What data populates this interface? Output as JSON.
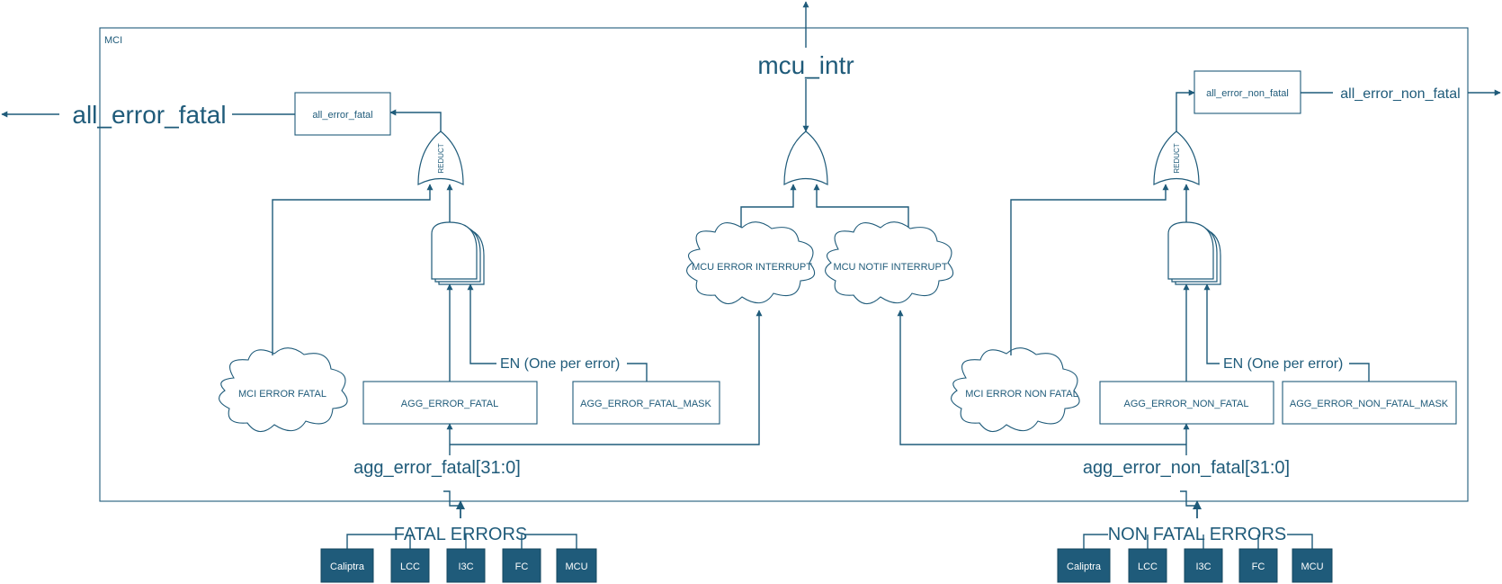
{
  "container": {
    "label": "MCI"
  },
  "signals": {
    "mcu_intr": "mcu_intr",
    "all_error_fatal": "all_error_fatal",
    "all_error_non_fatal": "all_error_non_fatal",
    "agg_error_fatal_bus": "agg_error_fatal[31:0]",
    "agg_error_non_fatal_bus": "agg_error_non_fatal[31:0]"
  },
  "fatal": {
    "output_register": "all_error_fatal",
    "reduce_gate": "REDUCT",
    "cloud": "MCI ERROR FATAL",
    "agg_register": "AGG_ERROR_FATAL",
    "mask_register": "AGG_ERROR_FATAL_MASK",
    "enable_label": "EN (One per error)",
    "sources_title": "FATAL ERRORS",
    "sources": [
      "Caliptra",
      "LCC",
      "I3C",
      "FC",
      "MCU"
    ]
  },
  "non_fatal": {
    "output_register": "all_error_non_fatal",
    "reduce_gate": "REDUCT",
    "cloud": "MCI ERROR NON FATAL",
    "agg_register": "AGG_ERROR_NON_FATAL",
    "mask_register": "AGG_ERROR_NON_FATAL_MASK",
    "enable_label": "EN (One per error)",
    "sources_title": "NON FATAL ERRORS",
    "sources": [
      "Caliptra",
      "LCC",
      "I3C",
      "FC",
      "MCU"
    ]
  },
  "interrupts": {
    "error": "MCU ERROR INTERRUPT",
    "notif": "MCU NOTIF INTERRUPT"
  },
  "colors": {
    "line": "#1f5b7a",
    "source_fill": "#1f5b7a",
    "background": "#ffffff"
  }
}
